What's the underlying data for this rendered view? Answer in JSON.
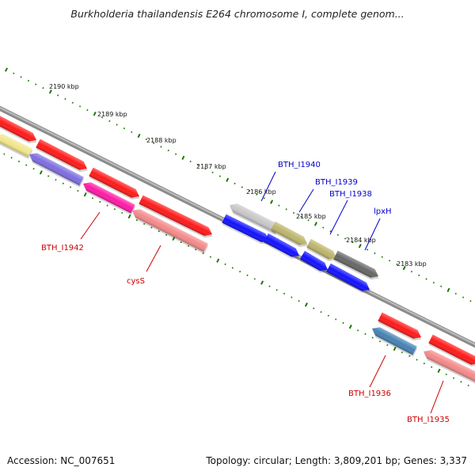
{
  "title": "Burkholderia thailandensis E264 chromosome I, complete genom...",
  "footer": {
    "accession": "Accession: NC_007651",
    "topology": "Topology: circular; Length: 3,809,201 bp; Genes: 3,337"
  },
  "scale": {
    "tick_labels": [
      "2190 kbp",
      "2189 kbp",
      "2188 kbp",
      "2187 kbp",
      "2186 kbp",
      "2185 kbp",
      "2184 kbp",
      "2183 kbp"
    ],
    "tick_color": "#1a7a00"
  },
  "backbone_color": "#8c8c8c",
  "genes": [
    {
      "label": "",
      "color": "#ff1a1a"
    },
    {
      "label": "",
      "color": "#ff1a1a"
    },
    {
      "label": "",
      "color": "#ff1a1a"
    },
    {
      "label": "",
      "color": "#ff1a1a"
    },
    {
      "label": "",
      "color": "#f2e68c"
    },
    {
      "label": "BTH_I1942",
      "color": "#7d6ee0"
    },
    {
      "label": "",
      "color": "#ff1aa6"
    },
    {
      "label": "cysS",
      "color": "#f48a8a"
    },
    {
      "label": "BTH_I1940",
      "color": "#c8c8c8"
    },
    {
      "label": "BTH_I1939",
      "color": "#bdb56b"
    },
    {
      "label": "BTH_I1938",
      "color": "#bdb56b"
    },
    {
      "label": "lpxH",
      "color": "#666666"
    },
    {
      "label": "",
      "color": "#1212ff"
    },
    {
      "label": "",
      "color": "#1212ff"
    },
    {
      "label": "",
      "color": "#1212ff"
    },
    {
      "label": "",
      "color": "#1212ff"
    },
    {
      "label": "",
      "color": "#ff1a1a"
    },
    {
      "label": "BTH_I1936",
      "color": "#4682b4"
    },
    {
      "label": "",
      "color": "#ff1a1a"
    },
    {
      "label": "BTH_I1935",
      "color": "#f48a8a"
    }
  ],
  "label_colors": {
    "forward": "#0000cc",
    "reverse": "#cc0000"
  }
}
